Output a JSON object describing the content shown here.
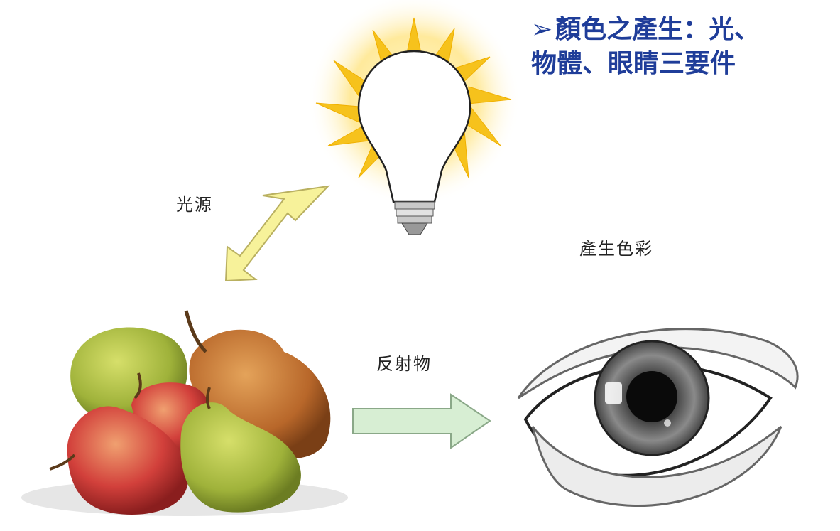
{
  "heading": {
    "bullet": "➢",
    "line1": "顏色之產生：光、",
    "line2": "物體、眼睛三要件"
  },
  "labels": {
    "light_source": "光源",
    "reflector": "反射物",
    "produce_color": "產生色彩"
  },
  "colors": {
    "heading": "#1f3d99",
    "arrow_yellow": "#f7f29a",
    "arrow_green": "#d7eed3",
    "sun_rays": "#f6c21c"
  }
}
